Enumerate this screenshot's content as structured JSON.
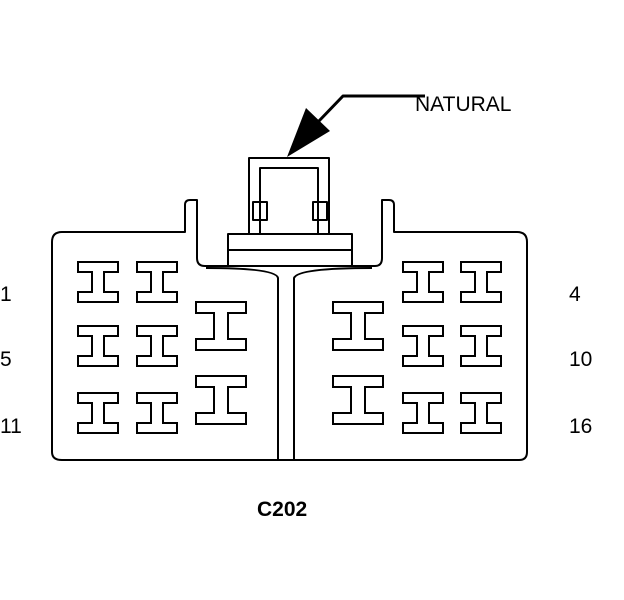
{
  "wire_color_label": "NATURAL",
  "connector_id": "C202",
  "pin_labels": {
    "left": [
      "1",
      "5",
      "11"
    ],
    "right": [
      "4",
      "10",
      "16"
    ]
  },
  "colors": {
    "line": "#000000",
    "background": "#ffffff"
  }
}
